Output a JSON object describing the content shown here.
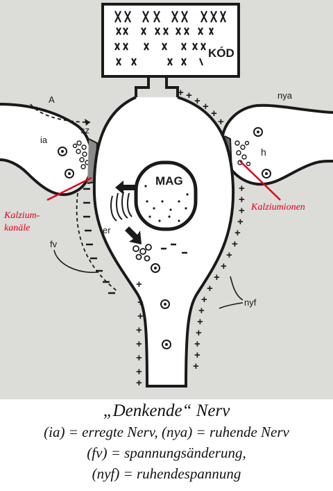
{
  "diagram": {
    "code_label": "KÓD",
    "nucleus_label": "MAG",
    "labels": {
      "A": "A",
      "nya": "nya",
      "ia": "ia",
      "sz": "sz",
      "h": "h",
      "er": "er",
      "fv": "fv",
      "nyf": "nyf"
    },
    "red_labels": {
      "channels_line1": "Kalzium-",
      "channels_line2": "kanäle",
      "ions": "Kalziumionen"
    },
    "colors": {
      "annotation_red": "#e0001a",
      "ink": "#1a1a1a",
      "paper": "#dcdcd8"
    }
  },
  "caption": {
    "title": "„Denkende“ Nerv",
    "line1": "(ia) = erregte Nerv, (nya) = ruhende Nerv",
    "line2": "(fv) = spannungsänderung,",
    "line3": "(nyf) =  ruhendespannung"
  }
}
